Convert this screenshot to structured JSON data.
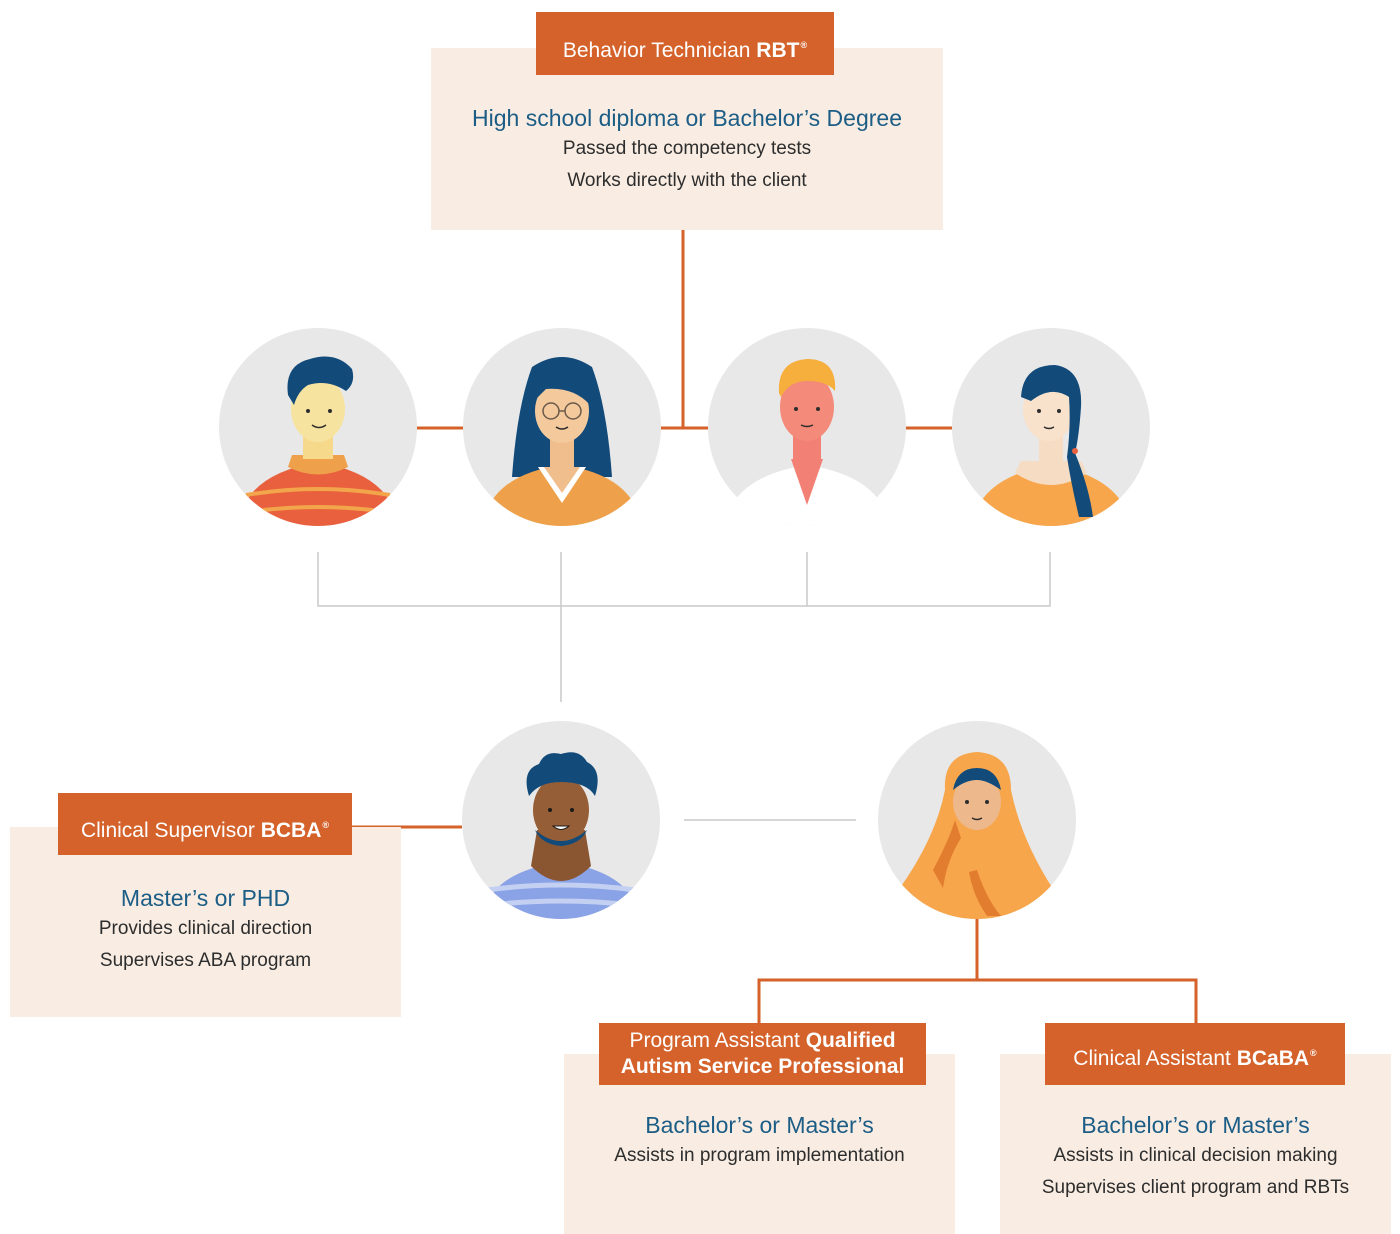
{
  "roles": {
    "rbt": {
      "title": "Behavior Technician",
      "credential": "RBT",
      "mark": "®",
      "degree": "High school diploma or Bachelor’s Degree",
      "duties": [
        "Passed the competency tests",
        "Works directly with the client"
      ]
    },
    "bcba": {
      "title": "Clinical Supervisor",
      "credential": "BCBA",
      "mark": "®",
      "degree": "Master’s or PHD",
      "duties": [
        "Provides clinical direction",
        "Supervises ABA program"
      ]
    },
    "qasp": {
      "title": "Program Assistant",
      "credential_line1": "Qualified",
      "credential_line2": "Autism Service Professional",
      "degree": "Bachelor’s or Master’s",
      "duties": [
        "Assists in program implementation"
      ]
    },
    "bcaba": {
      "title": "Clinical Assistant",
      "credential": "BCaBA",
      "mark": "®",
      "degree": "Bachelor’s or Master’s",
      "duties": [
        "Assists in clinical decision making",
        "Supervises client program and RBTs"
      ]
    }
  },
  "avatars": [
    "person-1",
    "person-2",
    "person-3",
    "person-4",
    "person-5",
    "person-6"
  ],
  "colors": {
    "accent": "#d4622a",
    "card_bg": "#f9ede3",
    "degree_text": "#1c5d86",
    "body_text": "#2d2d2d",
    "grey_line": "#c8c8c8",
    "avatar_bg": "#e8e8e8"
  }
}
